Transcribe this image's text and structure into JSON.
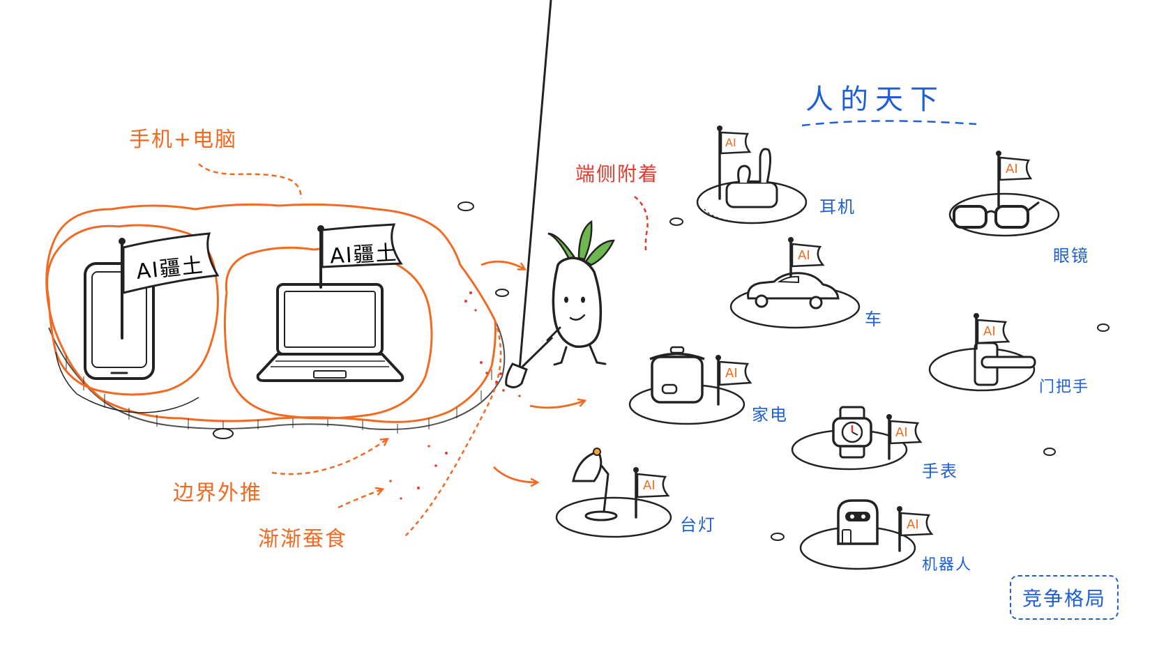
{
  "labels": {
    "phone_pc": "手机+电脑",
    "push_border": "边界外推",
    "erode": "渐渐蚕食",
    "edge_attach": "端侧附着",
    "human_world": "人的天下",
    "competition": "竞争格局"
  },
  "flags": {
    "territory": "AI疆土",
    "ai": "AI"
  },
  "devices": {
    "earphones": "耳机",
    "glasses": "眼镜",
    "car": "车",
    "appliance": "家电",
    "door_handle": "门把手",
    "watch": "手表",
    "lamp": "台灯",
    "robot": "机器人"
  },
  "colors": {
    "orange": "#f26a21",
    "red": "#e23a2a",
    "blue": "#1f5fd6",
    "ink": "#222222"
  }
}
